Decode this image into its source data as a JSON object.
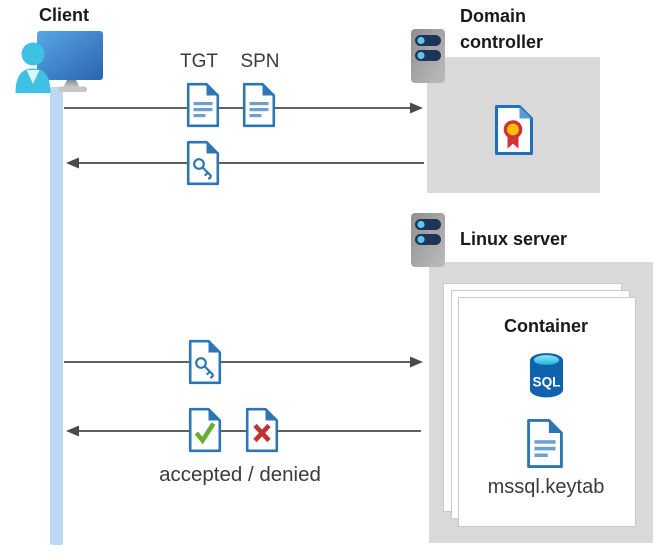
{
  "diagram": {
    "client": {
      "label": "Client",
      "icon": "user-workstation-icon"
    },
    "domain_controller": {
      "title": "Domain controller",
      "icon": "server-icon",
      "certificate_icon": "certificate-document-icon"
    },
    "linux_server": {
      "title": "Linux server",
      "icon": "server-icon",
      "container": {
        "title": "Container",
        "sql_label": "SQL",
        "sql_icon": "sql-database-icon",
        "keytab_icon": "text-document-icon",
        "keytab_label": "mssql.keytab"
      }
    },
    "messages": [
      {
        "name": "tgt-spn-request",
        "from": "client",
        "to": "domain_controller",
        "direction": "right",
        "labels": [
          "TGT",
          "SPN"
        ],
        "icons": [
          "text-document-icon",
          "text-document-icon"
        ]
      },
      {
        "name": "service-ticket-response",
        "from": "domain_controller",
        "to": "client",
        "direction": "left",
        "icons": [
          "key-document-icon"
        ]
      },
      {
        "name": "service-ticket-request",
        "from": "client",
        "to": "linux_server",
        "direction": "right",
        "icons": [
          "key-document-icon"
        ]
      },
      {
        "name": "auth-result-response",
        "from": "linux_server",
        "to": "client",
        "direction": "left",
        "icons": [
          "accepted-document-icon",
          "denied-document-icon"
        ],
        "caption": "accepted / denied"
      }
    ],
    "colors": {
      "document_blue": "#2E75B6",
      "document_line_blue": "#6FA0D2",
      "lifeline_blue": "#BDD8F2",
      "box_gray": "#D9D9D9",
      "server_pill_navy": "#1F3456",
      "server_dot_cyan": "#59C7F0",
      "person_cyan": "#3EC1E3",
      "accepted_green": "#6AAB35",
      "denied_red": "#BE3333",
      "certificate_yellow": "#FFC000",
      "certificate_red": "#D13438",
      "sql_blue": "#0F62AC",
      "sql_top_cyan": "#45CFEE",
      "arrow_gray": "#4A4A4A",
      "text_dark": "#3B3B3B"
    }
  }
}
